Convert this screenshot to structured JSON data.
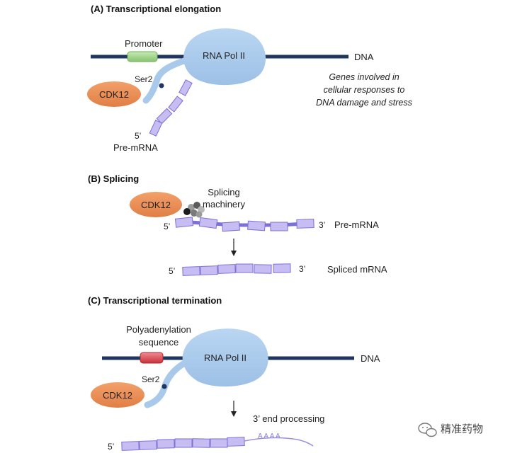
{
  "panelA": {
    "heading": "(A) Transcriptional elongation",
    "promoter": "Promoter",
    "pol": "RNA Pol II",
    "dna": "DNA",
    "ser2": "Ser2",
    "cdk12": "CDK12",
    "genes_line1": "Genes involved in",
    "genes_line2": "cellular responses to",
    "genes_line3": "DNA damage and stress",
    "five_prime": "5’",
    "pre_mrna": "Pre-mRNA"
  },
  "panelB": {
    "heading": "(B) Splicing",
    "cdk12": "CDK12",
    "machinery_line1": "Splicing",
    "machinery_line2": "machinery",
    "five_prime_top": "5’",
    "three_prime_top": "3’",
    "pre_mrna": "Pre-mRNA",
    "five_prime_bottom": "5’",
    "three_prime_bottom": "3’",
    "spliced_mrna": "Spliced mRNA"
  },
  "panelC": {
    "heading": "(C) Transcriptional termination",
    "polyA_line1": "Polyadenylation",
    "polyA_line2": "sequence",
    "pol": "RNA Pol II",
    "dna": "DNA",
    "ser2": "Ser2",
    "cdk12": "CDK12",
    "end_processing": "3’ end processing",
    "five_prime": "5’",
    "polyA_tail": "A A A A"
  },
  "watermark": {
    "text": "精准药物"
  },
  "colors": {
    "dna": "#1f3660",
    "pol": "#a9c9ea",
    "cdk12": "#ec8f57",
    "exon_fill": "#c7bdf3",
    "exon_stroke": "#7c6fd6",
    "promoter": "#9ed28a",
    "polyadenylation": "#d94a52"
  }
}
